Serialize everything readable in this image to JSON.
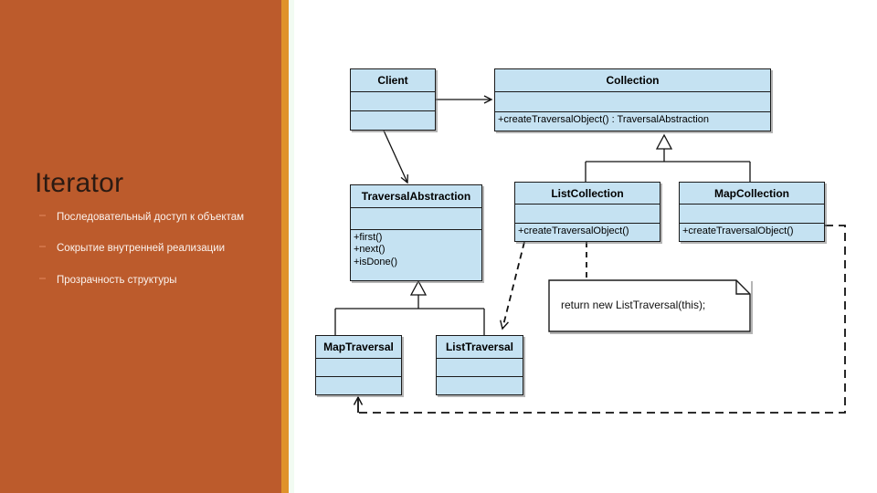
{
  "slide": {
    "title": "Iterator",
    "bullets": [
      "Последовательный доступ к объектам",
      "Сокрытие внутренней реализации",
      "Прозрачность структуры"
    ],
    "colors": {
      "panel": "#bc5b2c",
      "accent": "#e0922a",
      "class_fill": "#c5e2f2",
      "outline": "#1b1b1b",
      "text_light": "#fbf3ee",
      "title_text": "#2b1a12"
    }
  },
  "diagram": {
    "type": "uml-class-diagram",
    "classes": [
      {
        "id": "client",
        "name": "Client",
        "attributes": [],
        "operations": []
      },
      {
        "id": "collection",
        "name": "Collection",
        "attributes": [],
        "operations": [
          "+createTraversalObject() : TraversalAbstraction"
        ]
      },
      {
        "id": "traversal-abstraction",
        "name": "TraversalAbstraction",
        "attributes": [],
        "operations": [
          "+first()",
          "+next()",
          "+isDone()"
        ]
      },
      {
        "id": "list-collection",
        "name": "ListCollection",
        "attributes": [],
        "operations": [
          "+createTraversalObject()"
        ]
      },
      {
        "id": "map-collection",
        "name": "MapCollection",
        "attributes": [],
        "operations": [
          "+createTraversalObject()"
        ]
      },
      {
        "id": "map-traversal",
        "name": "MapTraversal",
        "attributes": [],
        "operations": []
      },
      {
        "id": "list-traversal",
        "name": "ListTraversal",
        "attributes": [],
        "operations": []
      }
    ],
    "note": {
      "id": "list-traversal-note",
      "text": "return new ListTraversal(this);"
    },
    "relationships": [
      {
        "type": "association",
        "from": "client",
        "to": "collection",
        "style": "solid",
        "arrow": "open"
      },
      {
        "type": "dependency",
        "from": "client",
        "to": "traversal-abstraction",
        "style": "solid",
        "arrow": "open"
      },
      {
        "type": "generalization",
        "from": "list-collection",
        "to": "collection",
        "style": "solid",
        "arrow": "hollow-triangle"
      },
      {
        "type": "generalization",
        "from": "map-collection",
        "to": "collection",
        "style": "solid",
        "arrow": "hollow-triangle"
      },
      {
        "type": "generalization",
        "from": "map-traversal",
        "to": "traversal-abstraction",
        "style": "solid",
        "arrow": "hollow-triangle"
      },
      {
        "type": "generalization",
        "from": "list-traversal",
        "to": "traversal-abstraction",
        "style": "solid",
        "arrow": "hollow-triangle"
      },
      {
        "type": "dependency",
        "from": "list-collection",
        "to": "list-traversal",
        "style": "dashed",
        "arrow": "open"
      },
      {
        "type": "dependency",
        "from": "map-collection",
        "to": "map-traversal",
        "style": "dashed",
        "arrow": "open"
      },
      {
        "type": "anchor",
        "from": "list-collection",
        "to": "list-traversal-note",
        "style": "dashed",
        "arrow": "none"
      }
    ]
  }
}
